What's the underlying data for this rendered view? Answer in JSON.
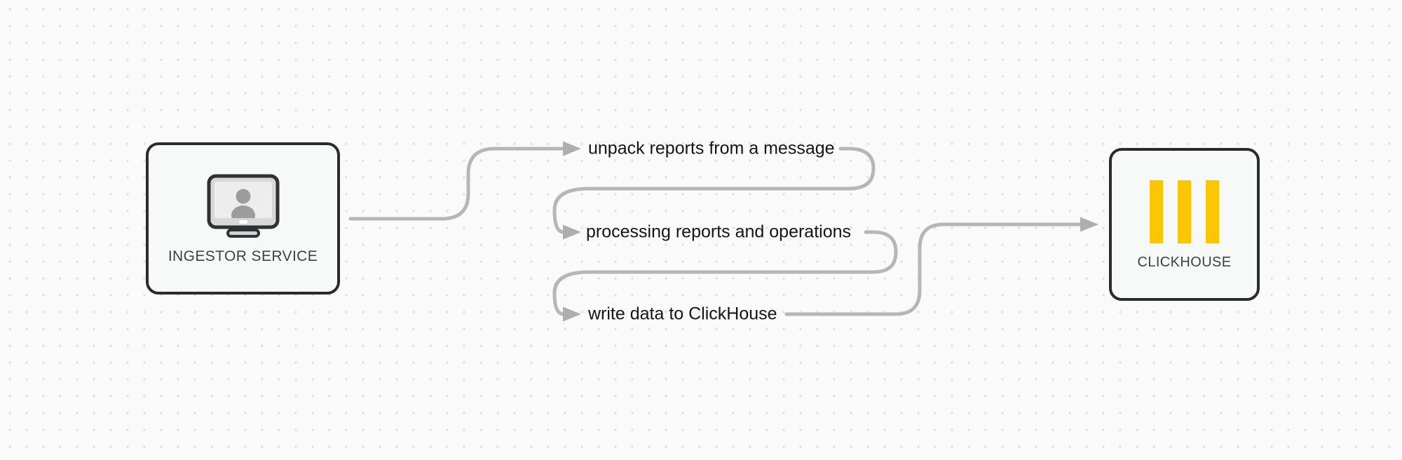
{
  "nodes": {
    "ingestor": {
      "label": "INGESTOR SERVICE",
      "icon": "monitor-user-icon"
    },
    "clickhouse": {
      "label": "CLICKHOUSE",
      "icon": "clickhouse-logo-icon"
    }
  },
  "steps": [
    {
      "label": "unpack reports from a message"
    },
    {
      "label": "processing reports and operations"
    },
    {
      "label": "write data to ClickHouse"
    }
  ],
  "colors": {
    "background": "#fafafa",
    "dot_grid": "#dfdfdf",
    "connector": "#b6b6b6",
    "arrowhead": "#aeaeae",
    "node_border": "#282b2f",
    "node_fill": "#f7f8f8",
    "clickhouse_yellow": "#fdc605",
    "step_text": "#141519",
    "node_label_text": "#3c4148"
  }
}
